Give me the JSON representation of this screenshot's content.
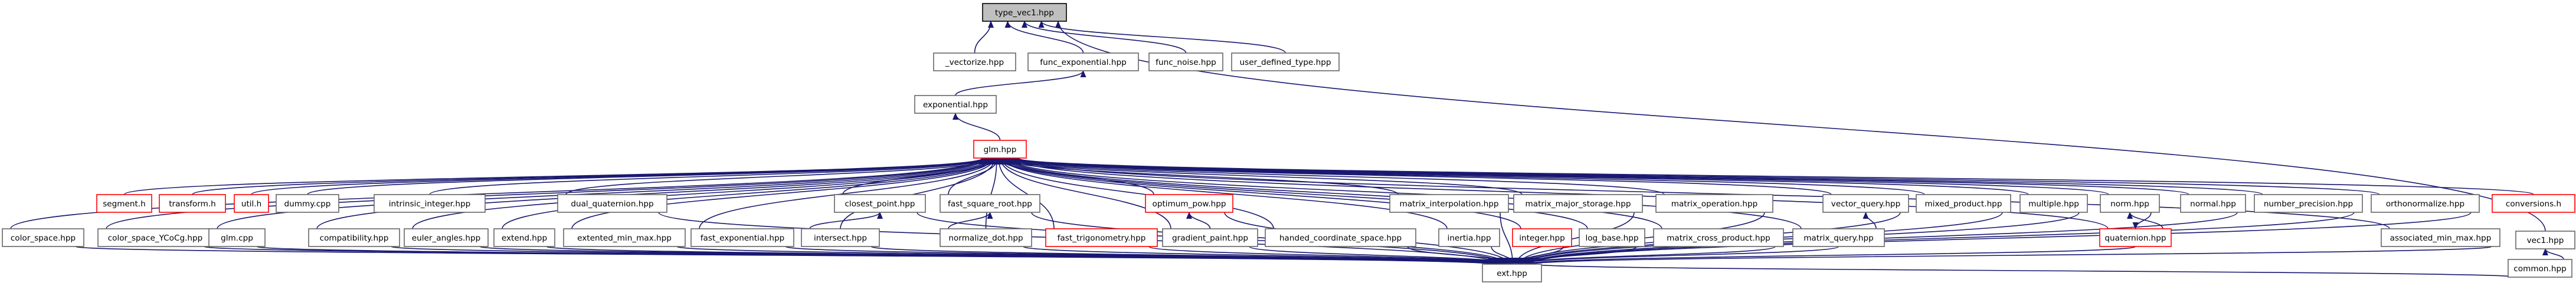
{
  "graph": {
    "edge_color": "#191970",
    "warning_border_color": "#ff0000",
    "root_fill": "#bfbfbf",
    "nodes": [
      {
        "id": "type_vec1",
        "label": "type_vec1.hpp",
        "style": "root"
      },
      {
        "id": "_vectorize",
        "label": "_vectorize.hpp"
      },
      {
        "id": "func_exponential",
        "label": "func_exponential.hpp"
      },
      {
        "id": "func_noise",
        "label": "func_noise.hpp"
      },
      {
        "id": "user_defined_type",
        "label": "user_defined_type.hpp"
      },
      {
        "id": "exponential",
        "label": "exponential.hpp"
      },
      {
        "id": "glm",
        "label": "glm.hpp",
        "style": "red"
      },
      {
        "id": "segment",
        "label": "segment.h",
        "style": "red"
      },
      {
        "id": "transform",
        "label": "transform.h",
        "style": "red"
      },
      {
        "id": "util",
        "label": "util.h",
        "style": "red"
      },
      {
        "id": "dummy",
        "label": "dummy.cpp"
      },
      {
        "id": "intrinsic_integer",
        "label": "intrinsic_integer.hpp"
      },
      {
        "id": "dual_quaternion",
        "label": "dual_quaternion.hpp"
      },
      {
        "id": "closest_point",
        "label": "closest_point.hpp"
      },
      {
        "id": "fast_square_root",
        "label": "fast_square_root.hpp"
      },
      {
        "id": "optimum_pow",
        "label": "optimum_pow.hpp",
        "style": "red"
      },
      {
        "id": "matrix_interpolation",
        "label": "matrix_interpolation.hpp"
      },
      {
        "id": "matrix_major_storage",
        "label": "matrix_major_storage.hpp"
      },
      {
        "id": "matrix_operation",
        "label": "matrix_operation.hpp"
      },
      {
        "id": "vector_query",
        "label": "vector_query.hpp"
      },
      {
        "id": "mixed_product",
        "label": "mixed_product.hpp"
      },
      {
        "id": "multiple",
        "label": "multiple.hpp"
      },
      {
        "id": "norm",
        "label": "norm.hpp"
      },
      {
        "id": "normal",
        "label": "normal.hpp"
      },
      {
        "id": "number_precision",
        "label": "number_precision.hpp"
      },
      {
        "id": "orthonormalize",
        "label": "orthonormalize.hpp"
      },
      {
        "id": "conversions",
        "label": "conversions.h",
        "style": "red"
      },
      {
        "id": "vec1",
        "label": "vec1.hpp"
      },
      {
        "id": "color_space",
        "label": "color_space.hpp"
      },
      {
        "id": "color_space_YCoCg",
        "label": "color_space_YCoCg.hpp"
      },
      {
        "id": "glm_cpp",
        "label": "glm.cpp"
      },
      {
        "id": "compatibility",
        "label": "compatibility.hpp"
      },
      {
        "id": "euler_angles",
        "label": "euler_angles.hpp"
      },
      {
        "id": "extend",
        "label": "extend.hpp"
      },
      {
        "id": "extented_min_max",
        "label": "extented_min_max.hpp"
      },
      {
        "id": "fast_exponential",
        "label": "fast_exponential.hpp"
      },
      {
        "id": "intersect",
        "label": "intersect.hpp"
      },
      {
        "id": "normalize_dot",
        "label": "normalize_dot.hpp"
      },
      {
        "id": "fast_trigonometry",
        "label": "fast_trigonometry.hpp",
        "style": "red"
      },
      {
        "id": "gradient_paint",
        "label": "gradient_paint.hpp"
      },
      {
        "id": "handed_coordinate_space",
        "label": "handed_coordinate_space.hpp"
      },
      {
        "id": "inertia",
        "label": "inertia.hpp"
      },
      {
        "id": "integer",
        "label": "integer.hpp",
        "style": "red"
      },
      {
        "id": "log_base",
        "label": "log_base.hpp"
      },
      {
        "id": "matrix_cross_product",
        "label": "matrix_cross_product.hpp"
      },
      {
        "id": "matrix_query",
        "label": "matrix_query.hpp"
      },
      {
        "id": "quaternion",
        "label": "quaternion.hpp",
        "style": "red"
      },
      {
        "id": "associated_min_max",
        "label": "associated_min_max.hpp"
      },
      {
        "id": "common",
        "label": "common.hpp"
      },
      {
        "id": "ext",
        "label": "ext.hpp"
      }
    ],
    "edges": [
      [
        "_vectorize",
        "type_vec1"
      ],
      [
        "func_exponential",
        "type_vec1"
      ],
      [
        "func_noise",
        "type_vec1"
      ],
      [
        "user_defined_type",
        "type_vec1"
      ],
      [
        "vec1",
        "type_vec1"
      ],
      [
        "exponential",
        "func_exponential"
      ],
      [
        "glm",
        "exponential"
      ],
      [
        "segment",
        "glm"
      ],
      [
        "transform",
        "glm"
      ],
      [
        "util",
        "glm"
      ],
      [
        "dummy",
        "glm"
      ],
      [
        "intrinsic_integer",
        "glm"
      ],
      [
        "dual_quaternion",
        "glm"
      ],
      [
        "closest_point",
        "glm"
      ],
      [
        "fast_square_root",
        "glm"
      ],
      [
        "optimum_pow",
        "glm"
      ],
      [
        "matrix_interpolation",
        "glm"
      ],
      [
        "matrix_major_storage",
        "glm"
      ],
      [
        "matrix_operation",
        "glm"
      ],
      [
        "vector_query",
        "glm"
      ],
      [
        "mixed_product",
        "glm"
      ],
      [
        "multiple",
        "glm"
      ],
      [
        "norm",
        "glm"
      ],
      [
        "normal",
        "glm"
      ],
      [
        "number_precision",
        "glm"
      ],
      [
        "orthonormalize",
        "glm"
      ],
      [
        "conversions",
        "glm"
      ],
      [
        "color_space",
        "glm"
      ],
      [
        "color_space_YCoCg",
        "glm"
      ],
      [
        "glm_cpp",
        "glm"
      ],
      [
        "compatibility",
        "glm"
      ],
      [
        "euler_angles",
        "glm"
      ],
      [
        "extend",
        "glm"
      ],
      [
        "extented_min_max",
        "glm"
      ],
      [
        "fast_exponential",
        "glm"
      ],
      [
        "intersect",
        "glm"
      ],
      [
        "normalize_dot",
        "glm"
      ],
      [
        "fast_trigonometry",
        "glm"
      ],
      [
        "gradient_paint",
        "glm"
      ],
      [
        "handed_coordinate_space",
        "glm"
      ],
      [
        "inertia",
        "glm"
      ],
      [
        "integer",
        "glm"
      ],
      [
        "log_base",
        "glm"
      ],
      [
        "matrix_cross_product",
        "glm"
      ],
      [
        "matrix_query",
        "glm"
      ],
      [
        "quaternion",
        "glm"
      ],
      [
        "associated_min_max",
        "glm"
      ],
      [
        "intersect",
        "closest_point"
      ],
      [
        "normalize_dot",
        "fast_square_root"
      ],
      [
        "gradient_paint",
        "optimum_pow"
      ],
      [
        "matrix_query",
        "vector_query"
      ],
      [
        "quaternion",
        "norm"
      ],
      [
        "norm",
        "quaternion"
      ],
      [
        "common",
        "vec1"
      ],
      [
        "color_space",
        "ext"
      ],
      [
        "color_space_YCoCg",
        "ext"
      ],
      [
        "glm_cpp",
        "ext"
      ],
      [
        "compatibility",
        "ext"
      ],
      [
        "euler_angles",
        "ext"
      ],
      [
        "extend",
        "ext"
      ],
      [
        "extented_min_max",
        "ext"
      ],
      [
        "fast_exponential",
        "ext"
      ],
      [
        "intersect",
        "ext"
      ],
      [
        "normalize_dot",
        "ext"
      ],
      [
        "fast_trigonometry",
        "ext"
      ],
      [
        "gradient_paint",
        "ext"
      ],
      [
        "handed_coordinate_space",
        "ext"
      ],
      [
        "inertia",
        "ext"
      ],
      [
        "integer",
        "ext"
      ],
      [
        "log_base",
        "ext"
      ],
      [
        "matrix_cross_product",
        "ext"
      ],
      [
        "matrix_query",
        "ext"
      ],
      [
        "quaternion",
        "ext"
      ],
      [
        "associated_min_max",
        "ext"
      ],
      [
        "common",
        "ext"
      ],
      [
        "dual_quaternion",
        "ext"
      ],
      [
        "closest_point",
        "ext"
      ],
      [
        "fast_square_root",
        "ext"
      ],
      [
        "optimum_pow",
        "ext"
      ],
      [
        "matrix_interpolation",
        "ext"
      ],
      [
        "matrix_major_storage",
        "ext"
      ],
      [
        "matrix_operation",
        "ext"
      ],
      [
        "mixed_product",
        "ext"
      ],
      [
        "multiple",
        "ext"
      ],
      [
        "normal",
        "ext"
      ],
      [
        "number_precision",
        "ext"
      ],
      [
        "orthonormalize",
        "ext"
      ],
      [
        "vector_query",
        "ext"
      ]
    ]
  }
}
